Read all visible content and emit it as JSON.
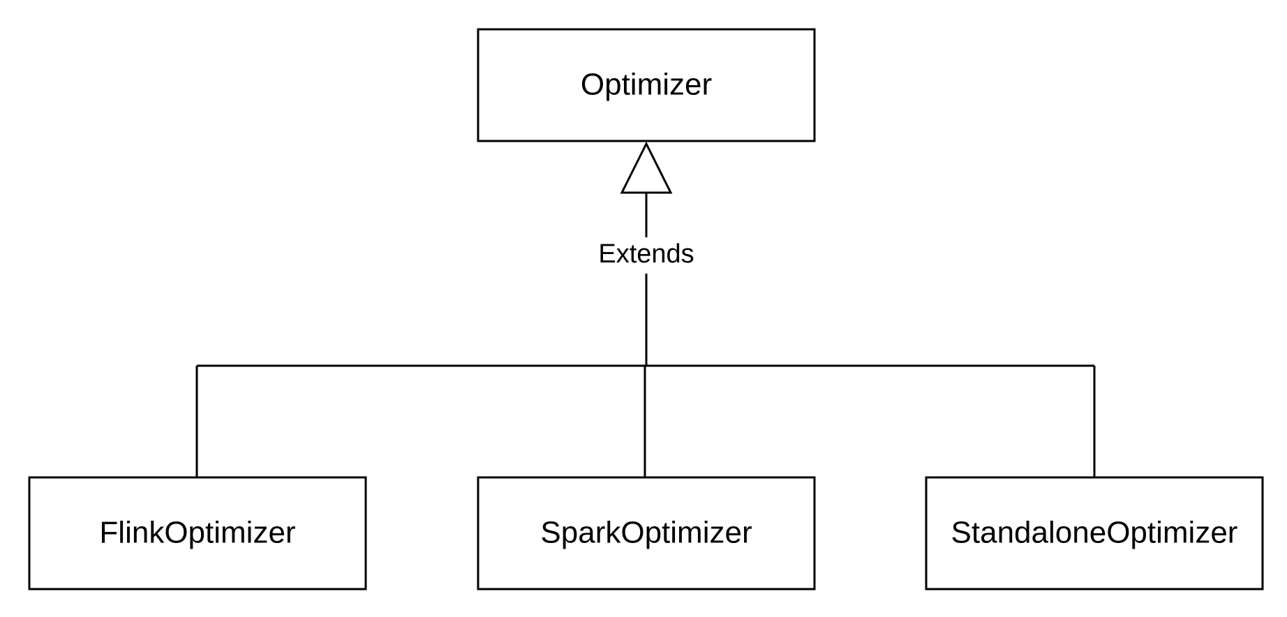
{
  "diagram": {
    "parent": {
      "label": "Optimizer"
    },
    "relation": {
      "label": "Extends",
      "arrow_style": "hollow-triangle"
    },
    "children": [
      {
        "label": "FlinkOptimizer"
      },
      {
        "label": "SparkOptimizer"
      },
      {
        "label": "StandaloneOptimizer"
      }
    ],
    "colors": {
      "stroke": "#000000",
      "fill": "#ffffff",
      "text": "#000000"
    }
  }
}
